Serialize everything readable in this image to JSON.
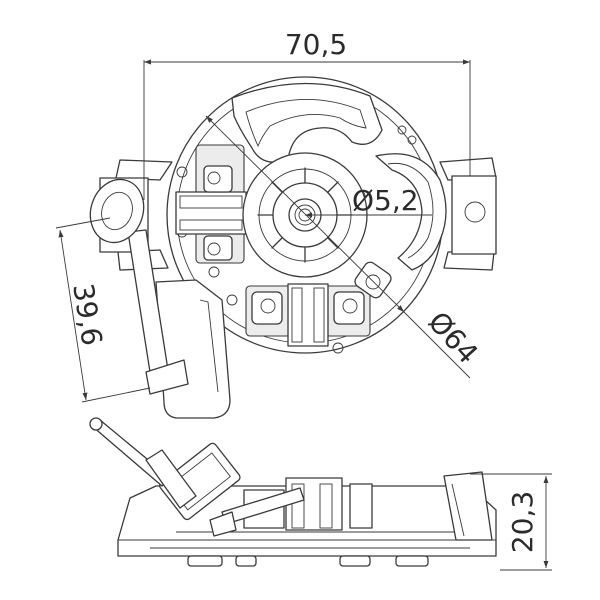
{
  "dimensions": {
    "width_label": "70,5",
    "hole_label": "Ø5,2",
    "side_label": "39,6",
    "bore_label": "Ø64",
    "height_label": "20,3"
  }
}
